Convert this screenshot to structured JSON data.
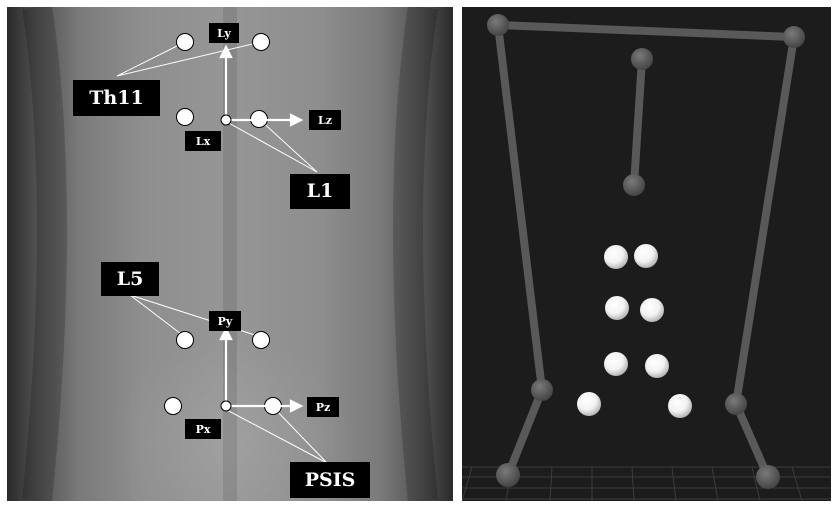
{
  "left": {
    "labels": {
      "th11": "Th11",
      "l1": "L1",
      "l5": "L5",
      "psis": "PSIS",
      "ly": "Ly",
      "lz": "Lz",
      "lx": "Lx",
      "py": "Py",
      "pz": "Pz",
      "px": "Px"
    }
  },
  "colors": {
    "label_bg": "#000000",
    "label_text": "#ffffff",
    "marker": "#ffffff",
    "skeleton": "#555555",
    "scene_bg": "#1c1c1c"
  }
}
